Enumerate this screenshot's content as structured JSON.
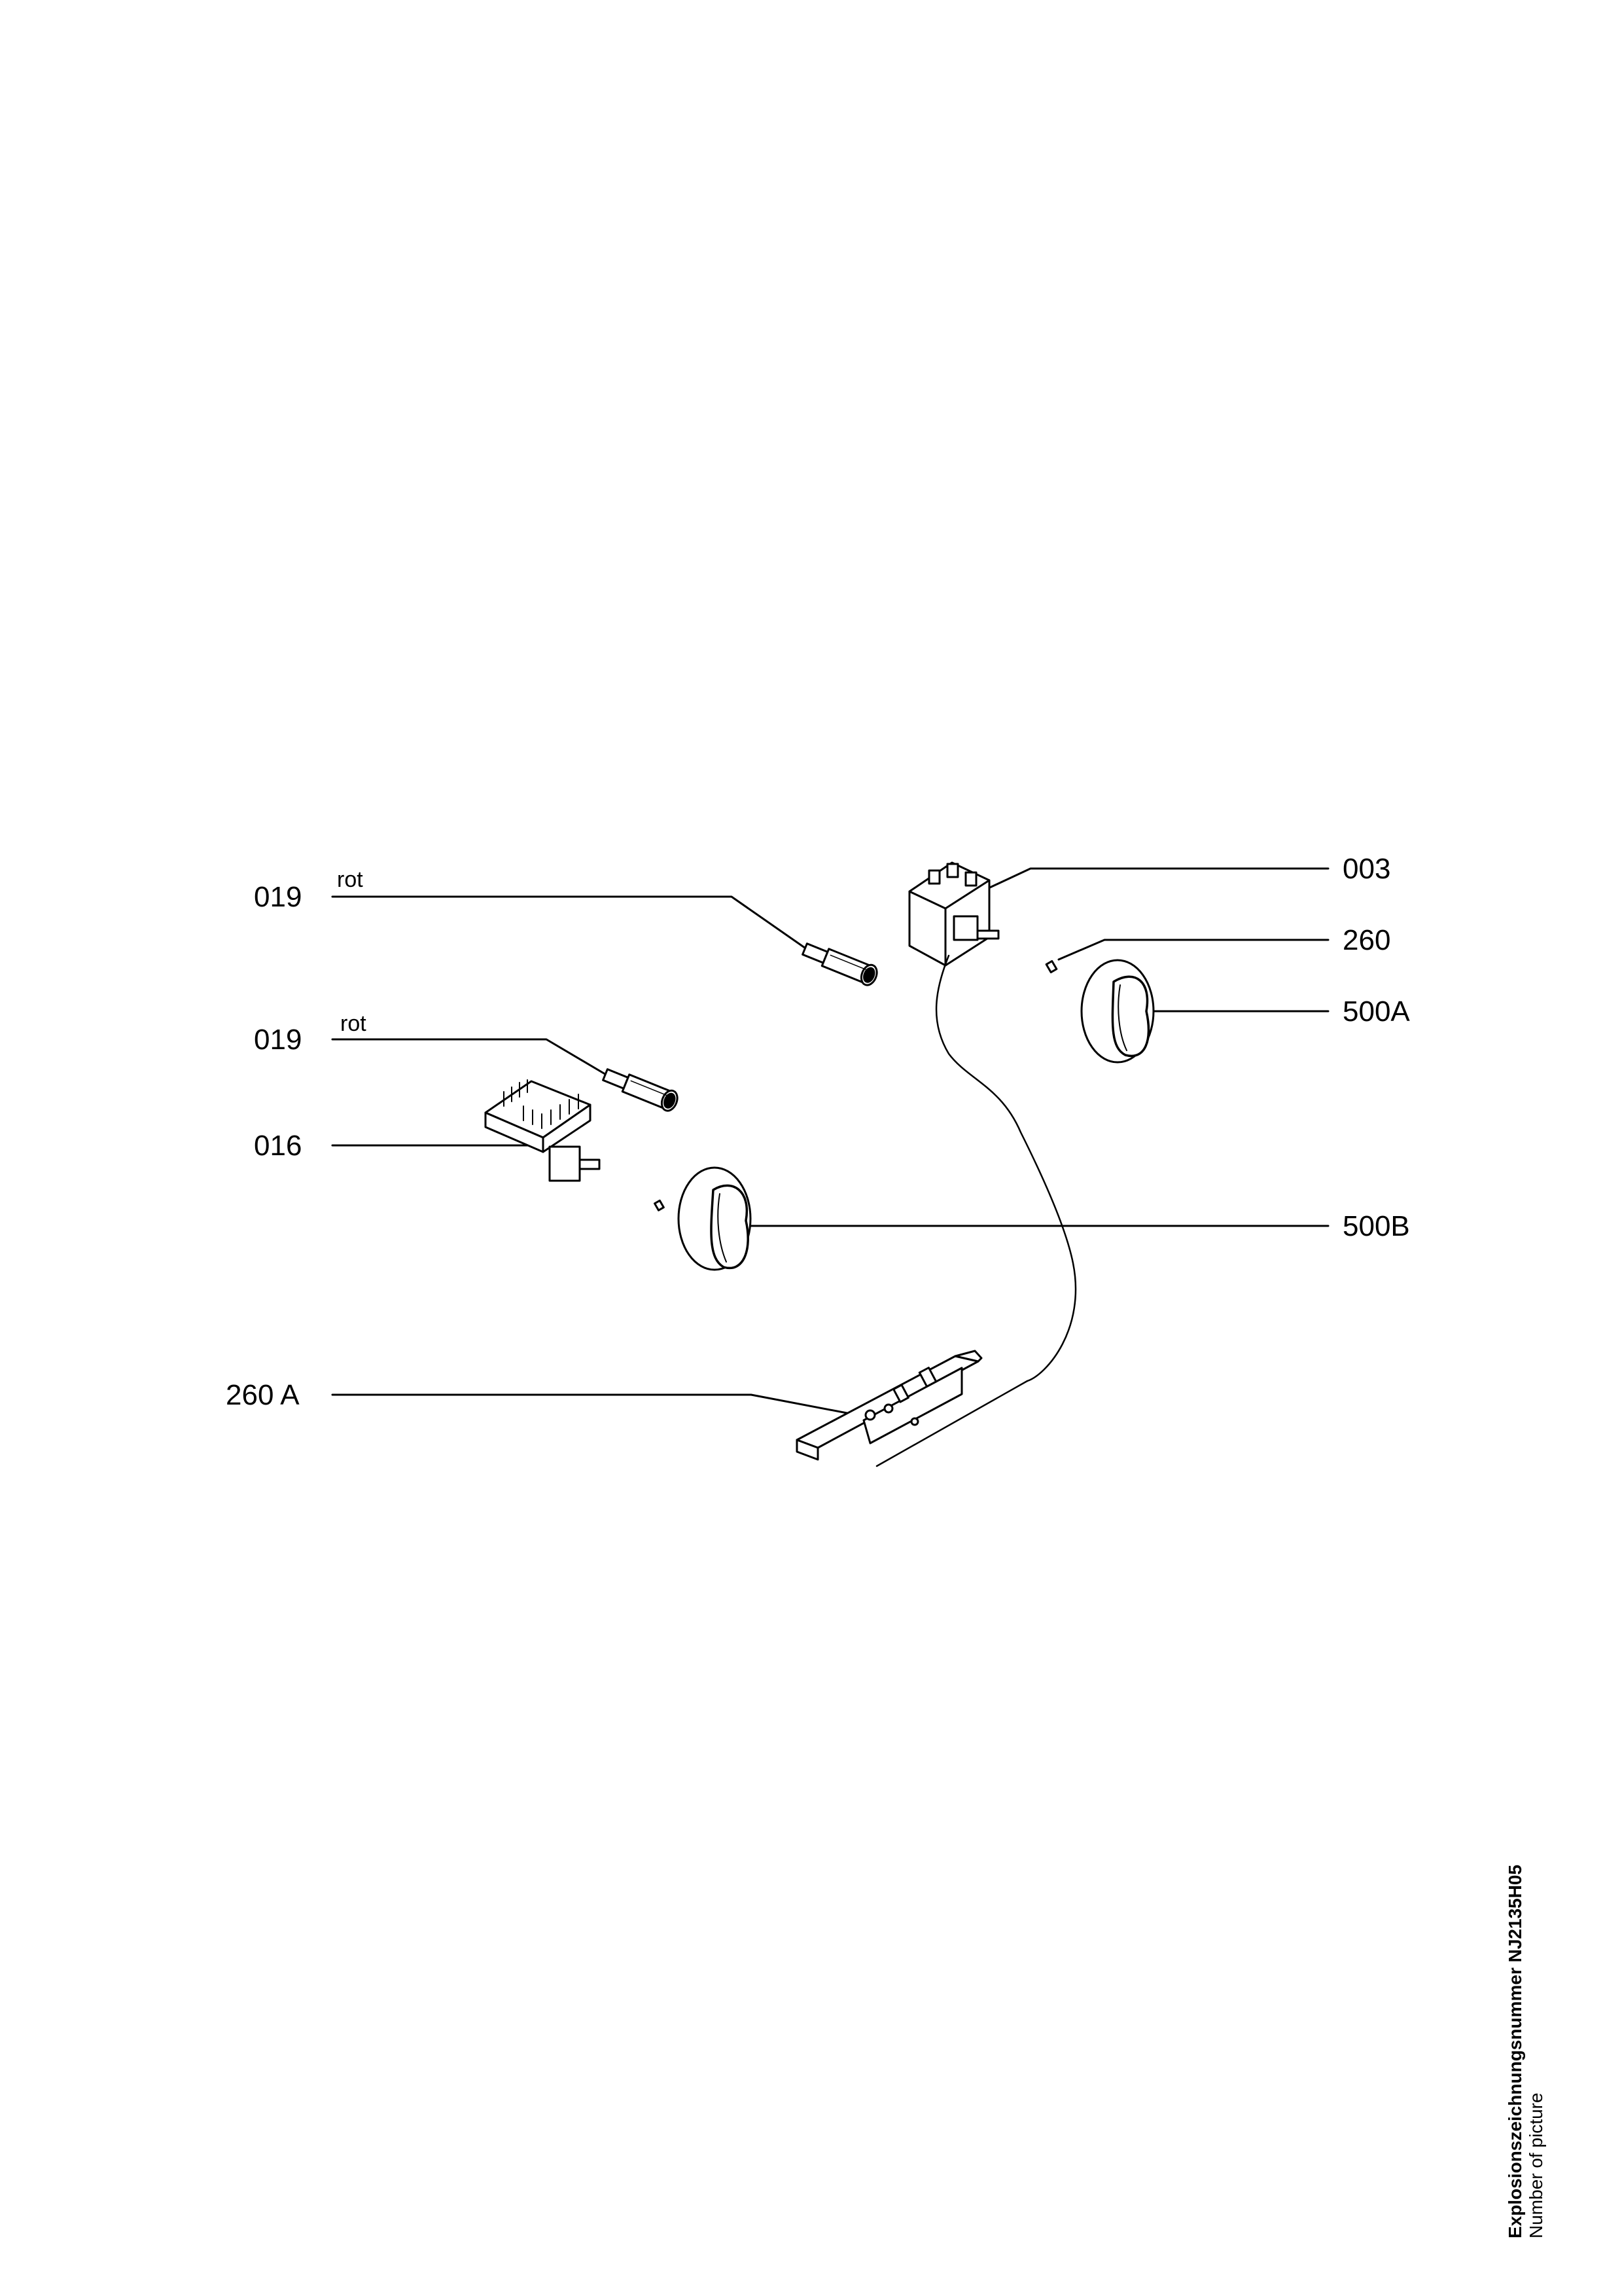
{
  "parts": {
    "p019_top": {
      "number": "019",
      "note": "rot"
    },
    "p019_mid": {
      "number": "019",
      "note": "rot"
    },
    "p016": {
      "number": "016"
    },
    "p260A": {
      "number": "260 A"
    },
    "p003": {
      "number": "003"
    },
    "p260": {
      "number": "260"
    },
    "p500A": {
      "number": "500A"
    },
    "p500B": {
      "number": "500B"
    }
  },
  "footer": {
    "title": "Explosionszeichnungsnummer NJ2135H05",
    "subtitle": "Number of picture"
  },
  "colors": {
    "line": "#000000",
    "background": "#ffffff"
  }
}
